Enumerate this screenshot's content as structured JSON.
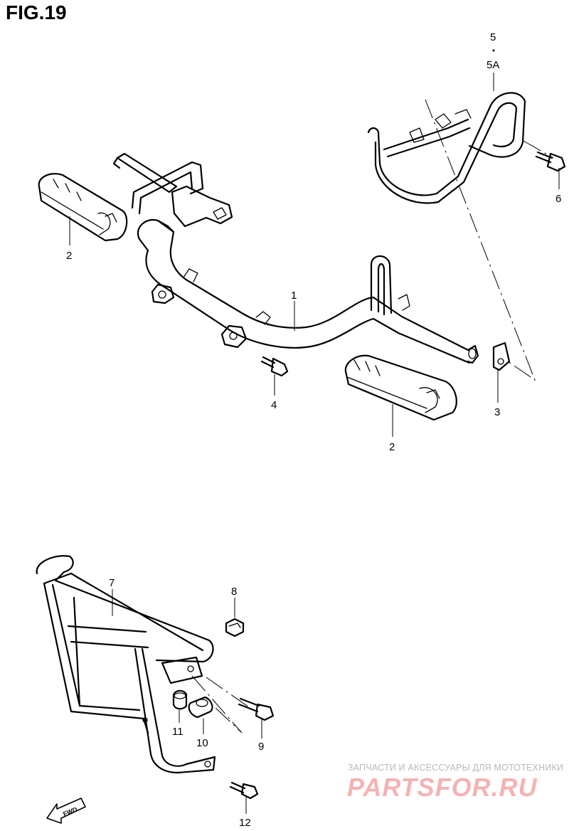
{
  "figure": {
    "title": "FIG.19"
  },
  "callouts": {
    "c1": "1",
    "c2a": "2",
    "c2b": "2",
    "c3": "3",
    "c4": "4",
    "c5": "5",
    "c5a": "5A",
    "c6": "6",
    "c7": "7",
    "c8": "8",
    "c9": "9",
    "c10": "10",
    "c11": "11",
    "c12": "12"
  },
  "fwd_label": "FWD",
  "watermark": {
    "subtitle": "ЗАПЧАСТИ И АКСЕССУАРЫ ДЛЯ МОТОТЕХНИКИ",
    "brand": "PARTSFOR.RU"
  }
}
